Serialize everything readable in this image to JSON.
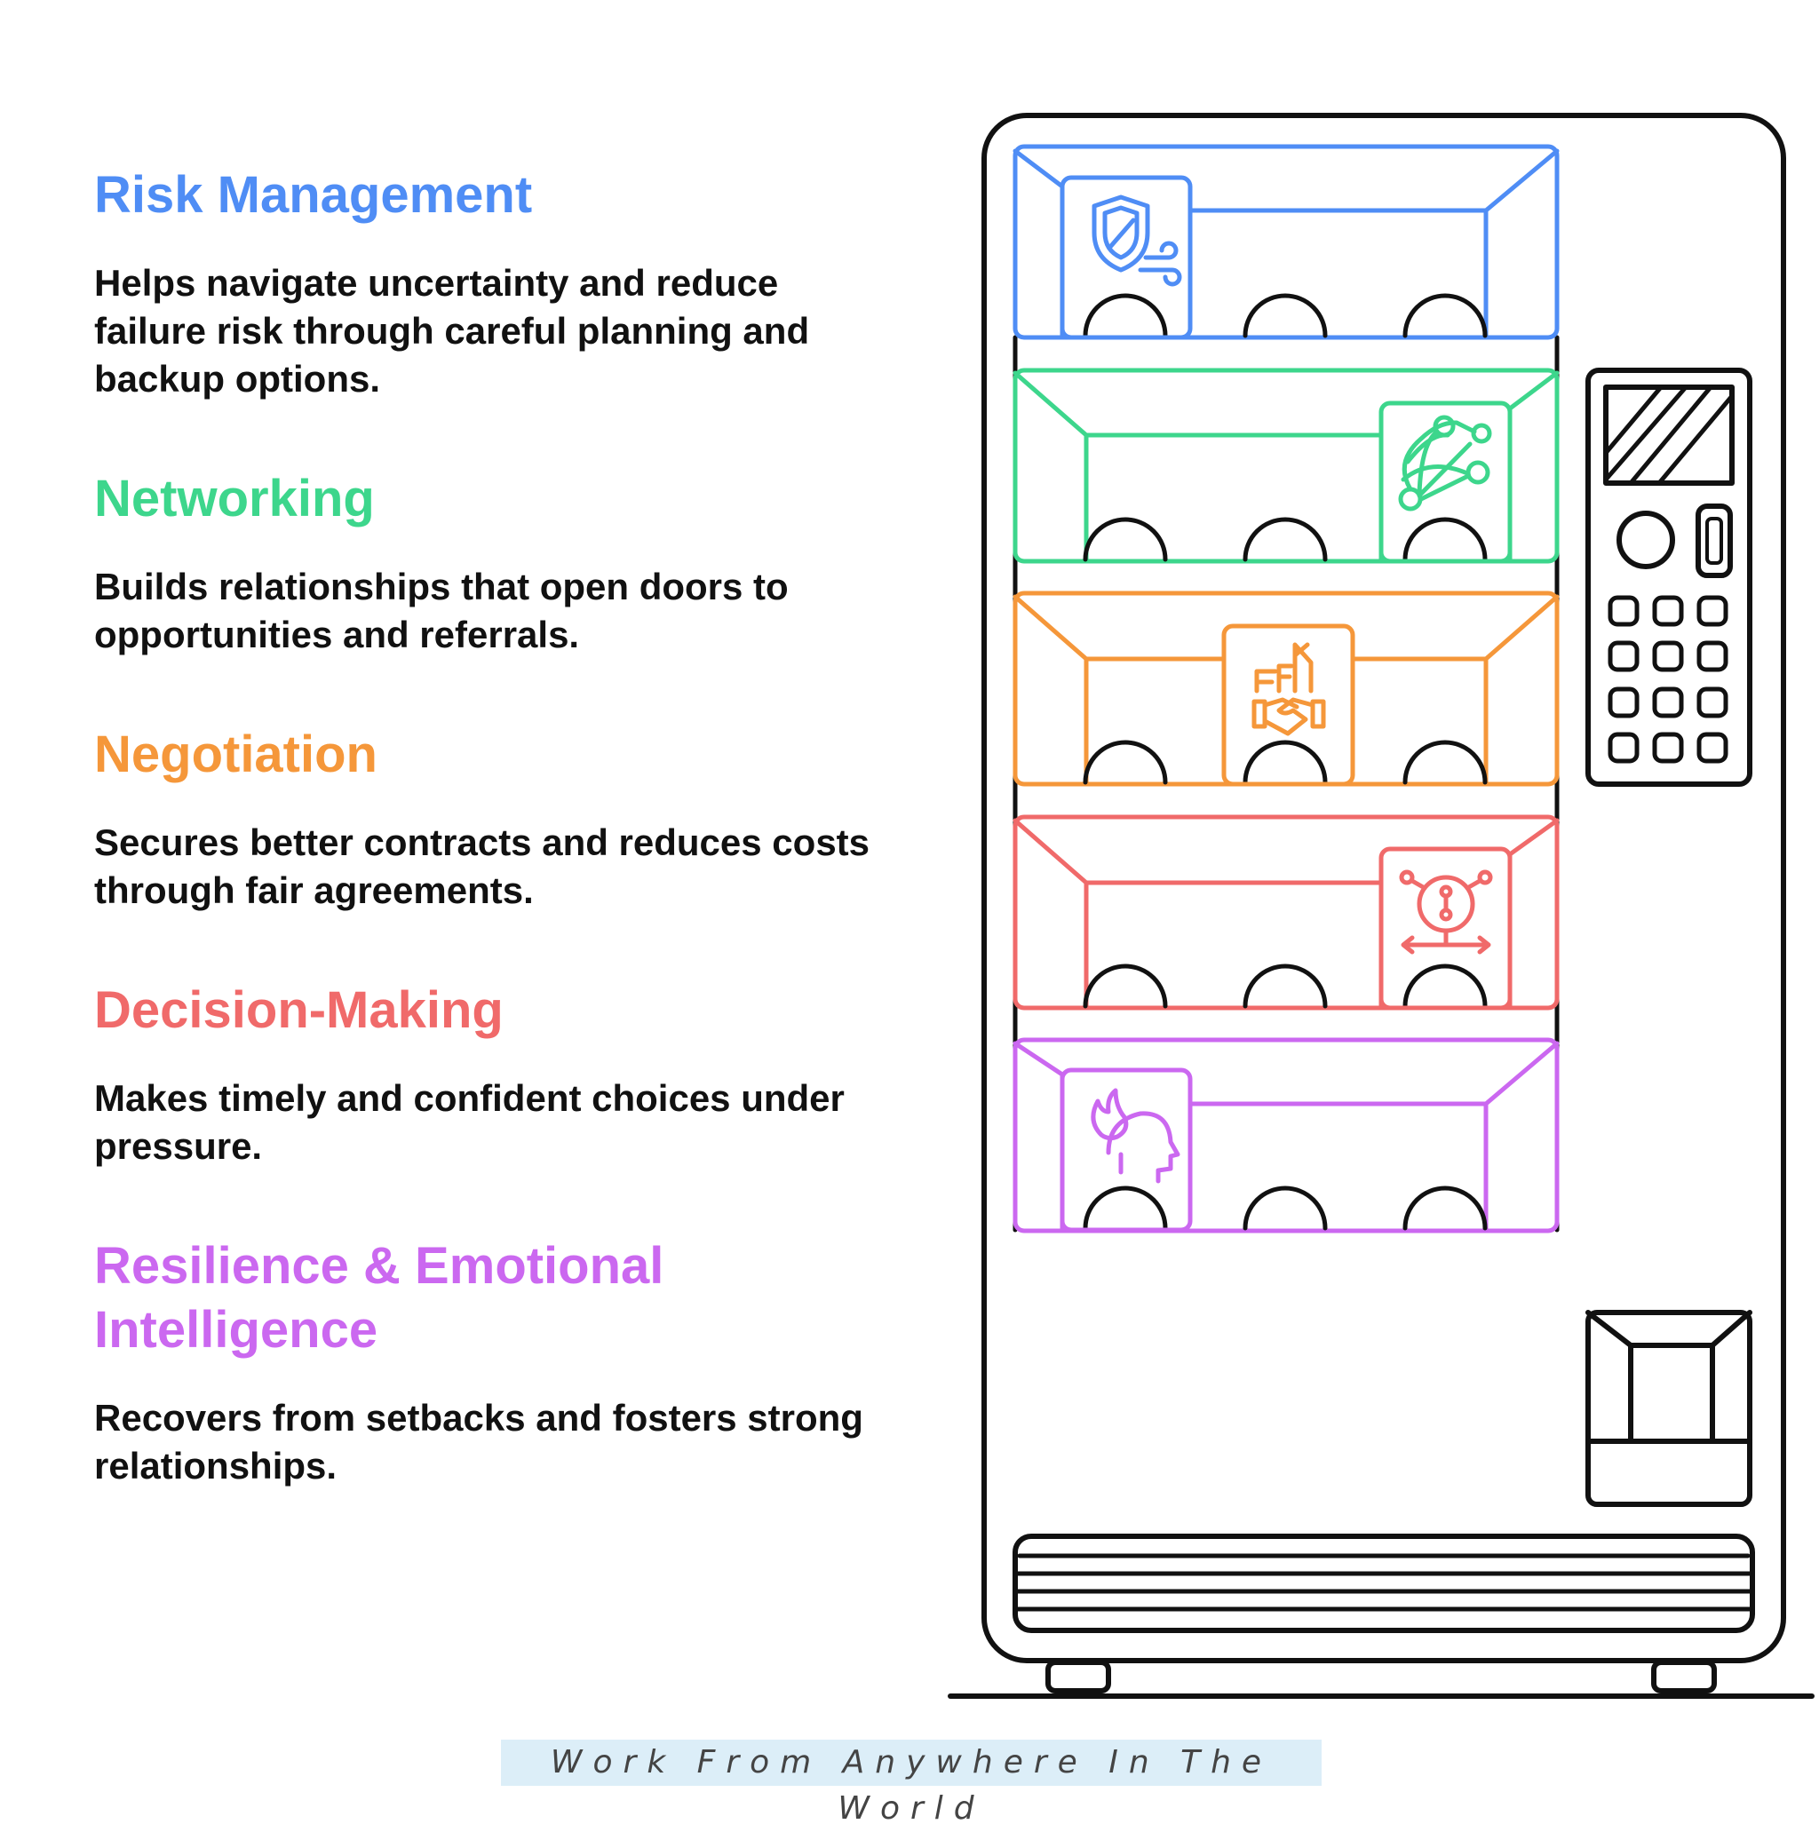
{
  "sections": [
    {
      "title": "Risk Management",
      "color": "#4f8df5",
      "icon": "shield-wind-icon",
      "description": "Helps navigate uncertainty and reduce failure risk through careful planning and backup options."
    },
    {
      "title": "Networking",
      "color": "#3dd68c",
      "icon": "network-nodes-icon",
      "description": "Builds relationships that open doors to opportunities and referrals."
    },
    {
      "title": "Negotiation",
      "color": "#f5973a",
      "icon": "handshake-deal-icon",
      "description": "Secures better contracts and reduces costs through fair agreements."
    },
    {
      "title": "Decision-Making",
      "color": "#f06a6a",
      "icon": "decision-arrows-icon",
      "description": "Makes timely and confident choices under pressure."
    },
    {
      "title": "Resilience & Emotional Intelligence",
      "color": "#cb68f0",
      "icon": "head-flame-icon",
      "description": "Recovers from setbacks and fosters strong relationships."
    }
  ],
  "footer": "Work From Anywhere In The World"
}
